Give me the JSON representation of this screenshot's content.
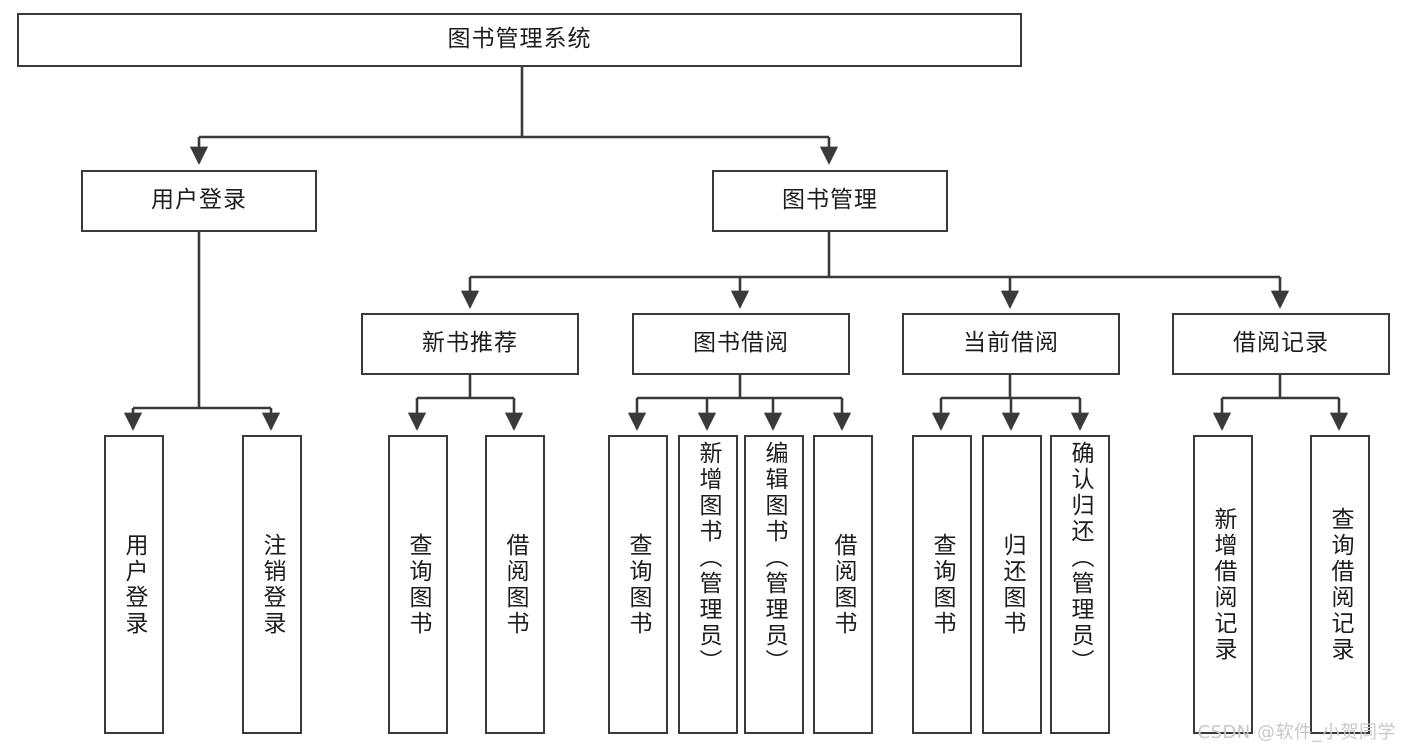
{
  "diagram": {
    "title": "图书管理系统",
    "watermark": "CSDN @软件_小贺同学",
    "root": {
      "label": "图书管理系统"
    },
    "level1": [
      {
        "label": "用户登录"
      },
      {
        "label": "图书管理"
      }
    ],
    "level2": [
      {
        "label": "新书推荐"
      },
      {
        "label": "图书借阅"
      },
      {
        "label": "当前借阅"
      },
      {
        "label": "借阅记录"
      }
    ],
    "leaves": {
      "user_login": [
        {
          "label": "用户登录"
        },
        {
          "label": "注销登录"
        }
      ],
      "new_book_recommend": [
        {
          "label": "查询图书"
        },
        {
          "label": "借阅图书"
        }
      ],
      "book_borrow": [
        {
          "label": "查询图书"
        },
        {
          "label": "新增图书（管理员）"
        },
        {
          "label": "编辑图书（管理员）"
        },
        {
          "label": "借阅图书"
        }
      ],
      "current_borrow": [
        {
          "label": "查询图书"
        },
        {
          "label": "归还图书"
        },
        {
          "label": "确认归还（管理员）"
        }
      ],
      "borrow_record": [
        {
          "label": "新增借阅记录"
        },
        {
          "label": "查询借阅记录"
        }
      ]
    },
    "colors": {
      "line": "#3a3a3a",
      "box_border": "#3a3a3a",
      "box_fill": "#ffffff",
      "text": "#1d1d1d",
      "watermark": "#c8c8c8"
    }
  }
}
